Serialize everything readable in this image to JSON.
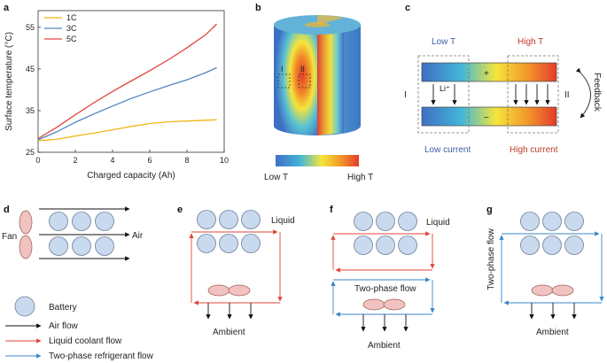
{
  "panels": {
    "a": "a",
    "b": "b",
    "c": "c",
    "d": "d",
    "e": "e",
    "f": "f",
    "g": "g"
  },
  "chart_data": {
    "type": "line",
    "xlabel": "Charged capacity (Ah)",
    "ylabel": "Surface temperature (°C)",
    "xlim": [
      0,
      10
    ],
    "ylim": [
      25,
      59
    ],
    "xticks": [
      "0",
      "2",
      "4",
      "6",
      "8",
      "10"
    ],
    "yticks": [
      "25",
      "35",
      "45",
      "55"
    ],
    "grid": false,
    "legend_position": "top-left",
    "series": [
      {
        "name": "1C",
        "color": "#f2b417",
        "x": [
          0,
          1,
          2,
          3,
          4,
          5,
          6,
          7,
          8,
          9,
          9.6
        ],
        "y": [
          27.8,
          28.1,
          28.9,
          29.6,
          30.4,
          31.2,
          31.9,
          32.3,
          32.5,
          32.7,
          32.8
        ]
      },
      {
        "name": "3C",
        "color": "#4f86c0",
        "x": [
          0,
          1,
          2,
          3,
          4,
          5,
          6,
          7,
          8,
          9,
          9.6
        ],
        "y": [
          28.0,
          29.9,
          32.2,
          34.2,
          36.1,
          37.9,
          39.5,
          41.0,
          42.4,
          44.1,
          45.3
        ]
      },
      {
        "name": "5C",
        "color": "#e0453a",
        "x": [
          0,
          1,
          2,
          3,
          4,
          5,
          6,
          7,
          8,
          9,
          9.6
        ],
        "y": [
          28.3,
          31.0,
          34.0,
          36.9,
          39.6,
          42.1,
          44.6,
          47.2,
          50.1,
          53.2,
          55.8
        ]
      }
    ]
  },
  "cell": {
    "label_I": "I",
    "label_II": "II",
    "scale_low": "Low T",
    "scale_high": "High T"
  },
  "feedback": {
    "low_t": "Low T",
    "high_t": "High T",
    "plus": "+",
    "minus": "−",
    "li": "Li⁺",
    "region_I": "I",
    "region_II": "II",
    "feedback": "Feedback",
    "low_current": "Low current",
    "high_current": "High current"
  },
  "air": {
    "fan": "Fan",
    "air": "Air"
  },
  "legend": {
    "battery": "Battery",
    "air_flow": "Air flow",
    "liquid_flow": "Liquid coolant flow",
    "two_phase_flow": "Two-phase refrigerant flow"
  },
  "liquid": {
    "label": "Liquid",
    "ambient": "Ambient"
  },
  "hybrid": {
    "liquid": "Liquid",
    "two_phase": "Two-phase flow",
    "ambient": "Ambient"
  },
  "twophase": {
    "label": "Two-phase flow",
    "ambient": "Ambient"
  },
  "colors": {
    "air": "#111111",
    "liquid": "#e0453a",
    "two_phase": "#3a86c8",
    "battery_fill": "#c9d9ee",
    "battery_stroke": "#6c7f9a",
    "pump_fill": "#f0c2c0",
    "pump_stroke": "#a05a55"
  }
}
